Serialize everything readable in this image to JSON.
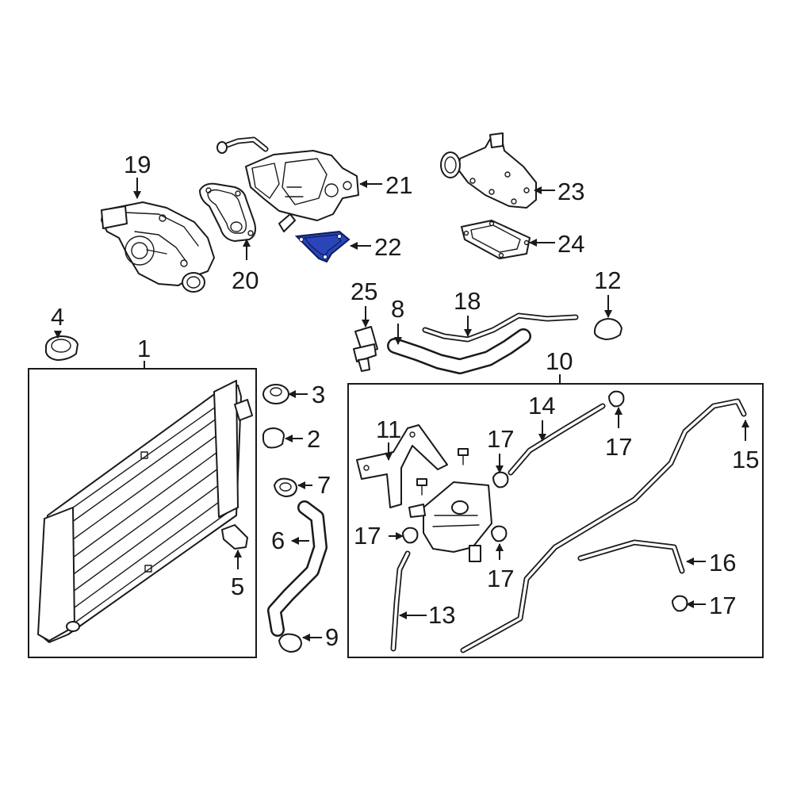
{
  "diagram": {
    "highlight_color": "#2a45b8",
    "line_color": "#1a1a1a",
    "background": "#ffffff",
    "highlighted_part": "22",
    "callouts": {
      "c1": "1",
      "c2": "2",
      "c3": "3",
      "c4": "4",
      "c5": "5",
      "c6": "6",
      "c7": "7",
      "c8": "8",
      "c9": "9",
      "c10": "10",
      "c11": "11",
      "c12": "12",
      "c13": "13",
      "c14": "14",
      "c15": "15",
      "c16": "16",
      "c17a": "17",
      "c17b": "17",
      "c17c": "17",
      "c17d": "17",
      "c17e": "17",
      "c18": "18",
      "c19": "19",
      "c20": "20",
      "c21": "21",
      "c22": "22",
      "c23": "23",
      "c24": "24",
      "c25": "25"
    }
  }
}
